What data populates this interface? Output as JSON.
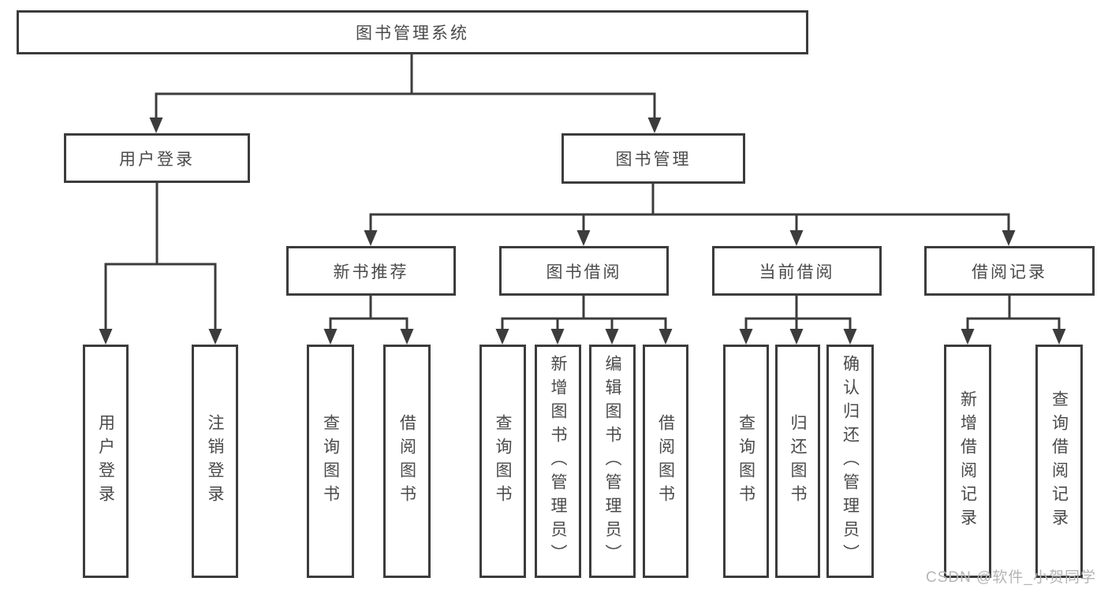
{
  "diagram": {
    "root": {
      "label": "图书管理系统"
    },
    "level2": [
      {
        "id": "user-login",
        "label": "用户登录"
      },
      {
        "id": "book-management",
        "label": "图书管理"
      }
    ],
    "level3": [
      {
        "id": "new-book-recommend",
        "label": "新书推荐"
      },
      {
        "id": "book-borrow",
        "label": "图书借阅"
      },
      {
        "id": "current-borrow",
        "label": "当前借阅"
      },
      {
        "id": "borrow-record",
        "label": "借阅记录"
      }
    ],
    "leaves": {
      "user_login": [
        "用户登录",
        "注销登录"
      ],
      "new_book_recommend": [
        "查询图书",
        "借阅图书"
      ],
      "book_borrow": [
        "查询图书",
        "新增图书（管理员）",
        "编辑图书（管理员）",
        "借阅图书"
      ],
      "current_borrow": [
        "查询图书",
        "归还图书",
        "确认归还（管理员）"
      ],
      "borrow_record": [
        "新增借阅记录",
        "查询借阅记录"
      ]
    }
  },
  "watermark": {
    "text": "CSDN @软件_小贺同学"
  },
  "colors": {
    "line": "#3c3c3c",
    "text": "#4a4a4a",
    "watermark": "#b5b5b5",
    "background": "#ffffff"
  }
}
